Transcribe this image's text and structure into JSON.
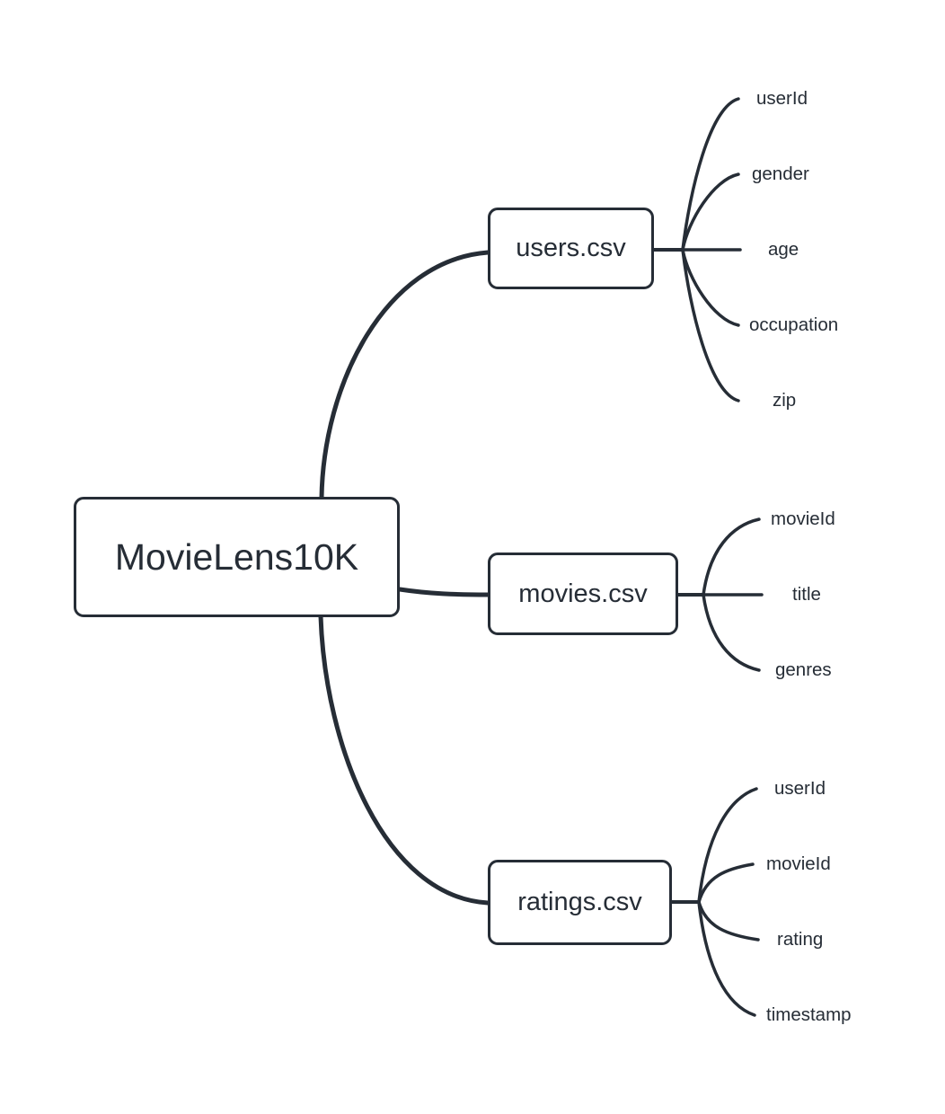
{
  "diagram": {
    "type": "mindmap",
    "root": {
      "label": "MovieLens10K"
    },
    "children": [
      {
        "label": "users.csv",
        "fields": [
          "userId",
          "gender",
          "age",
          "occupation",
          "zip"
        ]
      },
      {
        "label": "movies.csv",
        "fields": [
          "movieId",
          "title",
          "genres"
        ]
      },
      {
        "label": "ratings.csv",
        "fields": [
          "userId",
          "movieId",
          "rating",
          "timestamp"
        ]
      }
    ],
    "colors": {
      "stroke": "#262d36",
      "text": "#262d36",
      "background": "#ffffff"
    }
  }
}
